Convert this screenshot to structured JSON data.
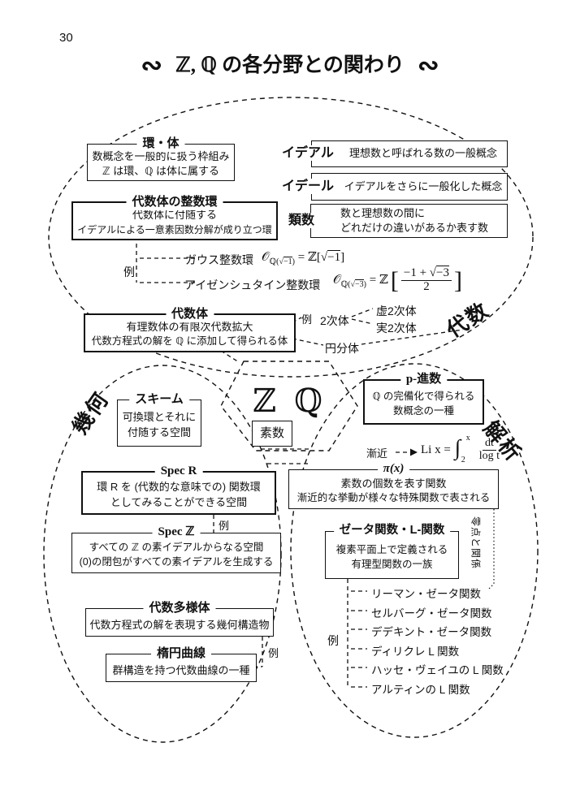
{
  "page": {
    "number": "30",
    "title": "ℤ, ℚ の各分野との関わり",
    "ornament": "∾"
  },
  "labels": {
    "example": "例"
  },
  "regions": {
    "algebra": "代数",
    "geometry": "幾何",
    "analysis": "解析"
  },
  "center": {
    "symbols": "ℤ ℚ",
    "prime_box": "素数"
  },
  "boxes": {
    "ring_field": {
      "title": "環・体",
      "line1": "数概念を一般的に扱う枠組み",
      "line2": "ℤ は環、ℚ は体に属する"
    },
    "integer_ring": {
      "title": "代数体の整数環",
      "line1": "代数体に付随する",
      "line2": "イデアルによる一意素因数分解が成り立つ環"
    },
    "ideal": {
      "label": "イデアル",
      "desc": "理想数と呼ばれる数の一般概念"
    },
    "idele": {
      "label": "イデール",
      "desc": "イデアルをさらに一般化した概念"
    },
    "class_number": {
      "label": "類数",
      "line1": "数と理想数の間に",
      "line2": "どれだけの違いがあるか表す数"
    },
    "number_field": {
      "title": "代数体",
      "line1": "有理数体の有限次代数拡大",
      "line2": "代数方程式の解を ℚ に添加して得られる体"
    },
    "scheme": {
      "title": "スキーム",
      "line1": "可換環とそれに",
      "line2": "付随する空間"
    },
    "spec_r": {
      "title": "Spec R",
      "line1": "環 R を (代数的な意味での) 関数環",
      "line2": "としてみることができる空間"
    },
    "spec_z": {
      "title": "Spec ℤ",
      "line1": "すべての ℤ の素イデアルからなる空間",
      "line2": "(0)の閉包がすべての素イデアルを生成する"
    },
    "variety": {
      "title": "代数多様体",
      "line1": "代数方程式の解を表現する幾何構造物"
    },
    "elliptic": {
      "title": "楕円曲線",
      "line1": "群構造を持つ代数曲線の一種"
    },
    "padic": {
      "title": "p-進数",
      "line1": "ℚ の完備化で得られる",
      "line2": "数概念の一種"
    },
    "pi_x": {
      "title": "π(x)",
      "line1": "素数の個数を表す関数",
      "line2": "漸近的な挙動が様々な特殊関数で表される"
    },
    "zeta": {
      "title": "ゼータ関数・L-関数",
      "line1": "複素平面上で定義される",
      "line2": "有理型関数の一族"
    }
  },
  "examples": {
    "integer_rings": {
      "gauss": "ガウス整数環",
      "eisenstein": "アイゼンシュタイン整数環"
    },
    "fields": {
      "quadratic": "2次体",
      "imaginary": "虚2次体",
      "real": "実2次体",
      "cyclotomic": "円分体"
    },
    "zeta_list": [
      "リーマン・ゼータ関数",
      "セルバーグ・ゼータ関数",
      "デデキント・ゼータ関数",
      "ディリクレ L 関数",
      "ハッセ・ヴェイユの L 関数",
      "アルティンの L 関数"
    ]
  },
  "formulas": {
    "gauss": {
      "o": "𝒪",
      "sub_pre": "ℚ(√",
      "sub_rad": "−1",
      "sub_post": ")",
      "mid": " = ℤ[√",
      "rad": "−1",
      "end": "]"
    },
    "eisenstein": {
      "o": "𝒪",
      "sub_pre": "ℚ(√",
      "sub_rad": "−3",
      "sub_post": ")",
      "mid": " = ℤ",
      "open": "[",
      "num_pre": "−1 + √",
      "num_rad": "−3",
      "den": "2",
      "close": "]"
    },
    "li": {
      "label": "漸近",
      "lhs": "Li x =",
      "integral": "∫",
      "upper": "x",
      "lower": "2",
      "num": "dt",
      "den": "log t"
    }
  },
  "annotations": {
    "zero_relation": "零点と関係"
  }
}
